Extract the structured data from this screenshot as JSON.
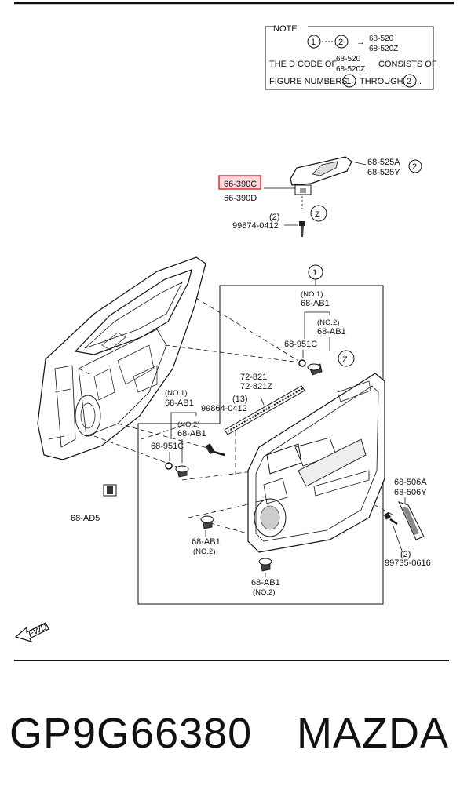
{
  "note": {
    "title": "NOTE",
    "circle1": "1",
    "circle2": "2",
    "arrow_code1": "68-520",
    "arrow_code2": "68-520Z",
    "line2_pre": "THE D CODE OF",
    "line2_code1": "68-520",
    "line2_code2": "68-520Z",
    "line2_post": "CONSISTS OF",
    "line3_pre": "FIGURE NUMBERS",
    "line3_mid": "THROUGH",
    "line3_end": "."
  },
  "callouts": {
    "trim_upper_1": "68-525A",
    "trim_upper_2": "68-525Y",
    "trim_upper_ref": "2",
    "handle_1": "66-390C",
    "handle_2": "66-390D",
    "screw_qty": "(2)",
    "screw_code": "99874-0412",
    "z_mark": "Z",
    "panel_ref": "1",
    "no1_a": "(NO.1)",
    "no1_a_code": "68-AB1",
    "no2_a": "(NO.2)",
    "no2_a_code": "68-AB1",
    "washer_a": "68-951C",
    "z_mark2": "Z",
    "strip_1": "72-821",
    "strip_2": "72-821Z",
    "strip_qty": "(13)",
    "strip_screw": "99864-0412",
    "no1_b": "(NO.1)",
    "no1_b_code": "68-AB1",
    "no2_b": "(NO.2)",
    "no2_b_code": "68-AB1",
    "washer_b": "68-951C",
    "clip_code": "68-AD5",
    "clip_c_code": "68-AB1",
    "clip_c_no": "(NO.2)",
    "clip_d_code": "68-AB1",
    "clip_d_no": "(NO.2)",
    "pull_1": "68-506A",
    "pull_2": "68-506Y",
    "pull_qty": "(2)",
    "pull_screw": "99735-0616",
    "fwd": "FWD"
  },
  "footer": {
    "part_number": "GP9G66380",
    "brand": "MAZDA"
  },
  "colors": {
    "highlight": "#e0313b",
    "highlight_fill": "#ffd9dc",
    "ink": "#111111"
  }
}
